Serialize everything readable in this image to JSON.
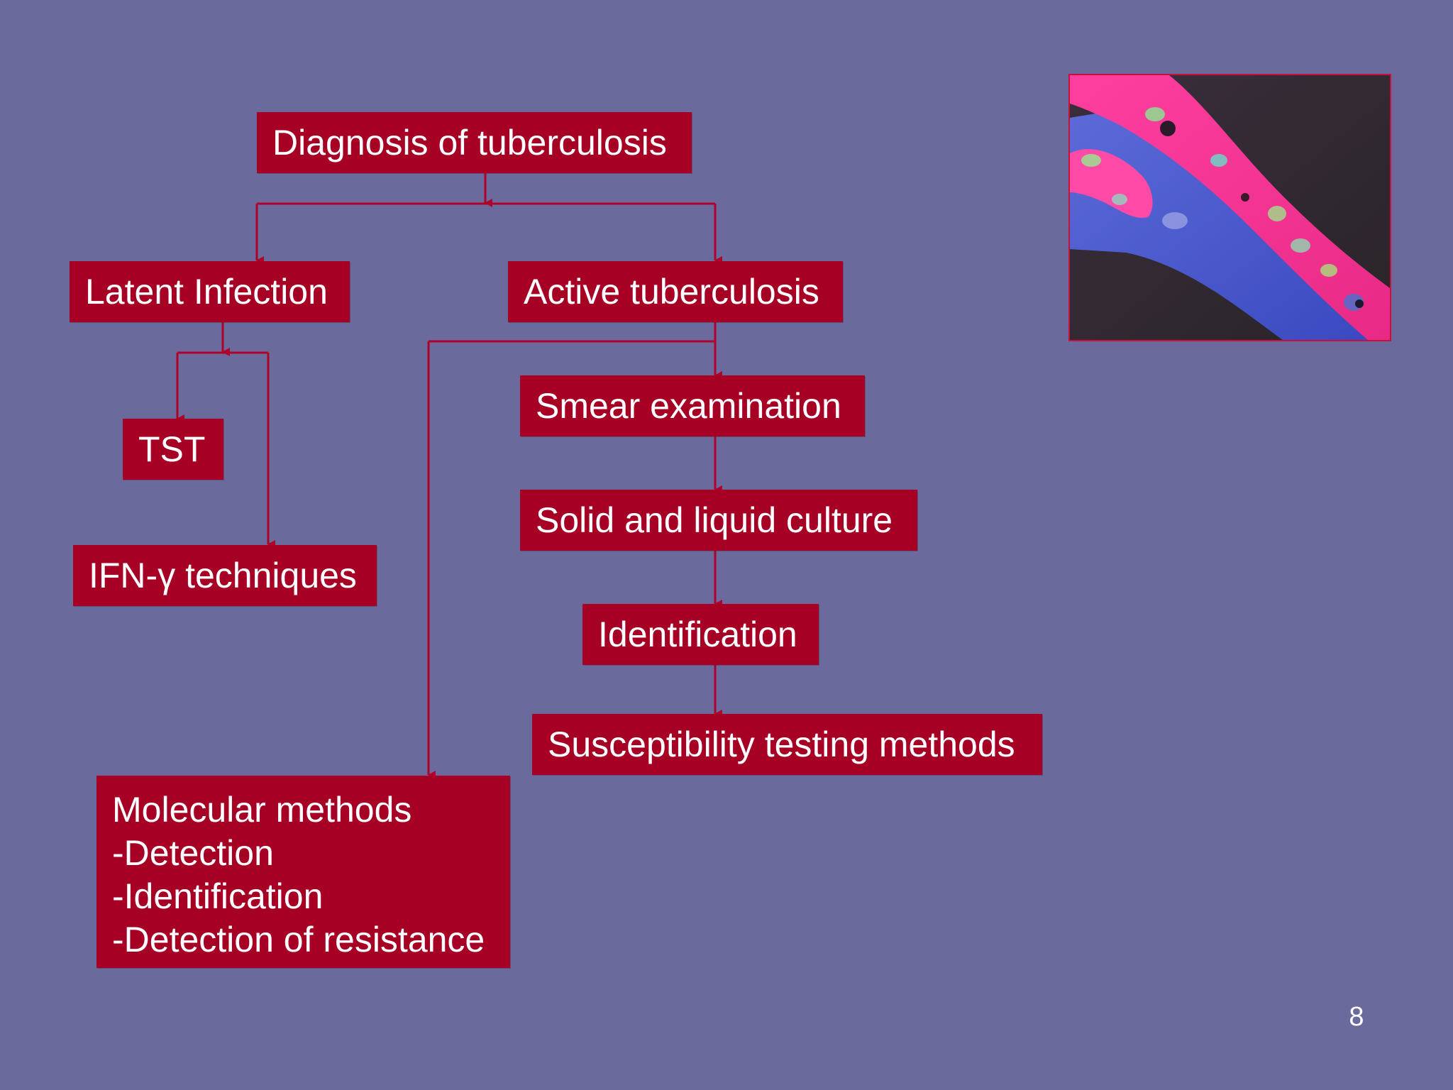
{
  "diagram": {
    "root": "Diagnosis of tuberculosis",
    "latent": {
      "label": "Latent Infection",
      "children": [
        "TST",
        "IFN-γ techniques"
      ]
    },
    "active": {
      "label": "Active tuberculosis",
      "chain": [
        "Smear examination",
        "Solid and liquid culture",
        "Identification",
        "Susceptibility testing methods"
      ]
    },
    "molecular": {
      "title": "Molecular methods",
      "items": [
        "-Detection",
        "-Identification",
        "-Detection of resistance"
      ]
    }
  },
  "colors": {
    "background": "#6a6a9c",
    "box_fill": "#a60024",
    "box_text": "#ffffff",
    "connector": "#b0002a"
  },
  "photo": {
    "subject": "stained tissue micrograph"
  },
  "page_number": "8"
}
